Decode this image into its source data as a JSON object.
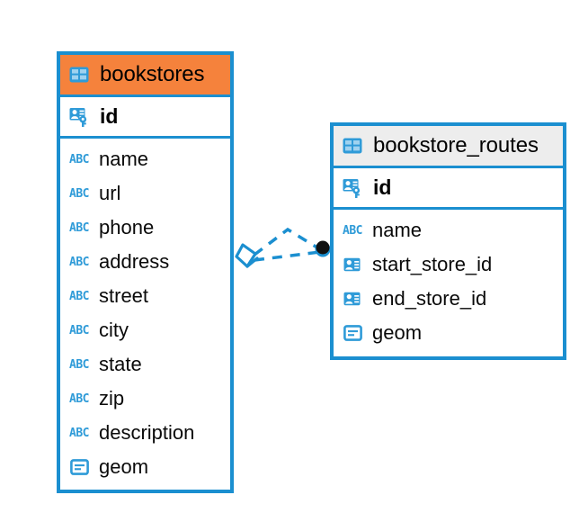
{
  "diagram": {
    "type": "entity-relationship-diagram",
    "colors": {
      "border": "#1B8FD0",
      "selected_header": "#F5823C",
      "plain_header": "#EDEDED",
      "icon_blue": "#2F9BD8",
      "relation_line": "#1B8FD0",
      "relation_endpoint_fill": "#111111",
      "background": "#FFFFFF",
      "text": "#000000"
    },
    "entities": [
      {
        "name": "bookstores",
        "selected": true,
        "header_icon": "table-icon",
        "primary_key": {
          "name": "id",
          "icon": "primary-key-icon"
        },
        "fields": [
          {
            "name": "name",
            "icon": "text-abc-icon"
          },
          {
            "name": "url",
            "icon": "text-abc-icon"
          },
          {
            "name": "phone",
            "icon": "text-abc-icon"
          },
          {
            "name": "address",
            "icon": "text-abc-icon"
          },
          {
            "name": "street",
            "icon": "text-abc-icon"
          },
          {
            "name": "city",
            "icon": "text-abc-icon"
          },
          {
            "name": "state",
            "icon": "text-abc-icon"
          },
          {
            "name": "zip",
            "icon": "text-abc-icon"
          },
          {
            "name": "description",
            "icon": "text-abc-icon"
          },
          {
            "name": "geom",
            "icon": "geometry-icon"
          }
        ]
      },
      {
        "name": "bookstore_routes",
        "selected": false,
        "header_icon": "table-icon",
        "primary_key": {
          "name": "id",
          "icon": "primary-key-icon"
        },
        "fields": [
          {
            "name": "name",
            "icon": "text-abc-icon"
          },
          {
            "name": "start_store_id",
            "icon": "foreign-key-icon"
          },
          {
            "name": "end_store_id",
            "icon": "foreign-key-icon"
          },
          {
            "name": "geom",
            "icon": "geometry-icon"
          }
        ]
      }
    ],
    "relationship": {
      "from_entity": "bookstores",
      "to_entity": "bookstore_routes",
      "source_marker": "diamond-endpoint",
      "target_marker": "filled-circle-endpoint",
      "line_style": "dashed",
      "edge_count": 2
    },
    "icon_glyphs": {
      "text_abc_label": "ABC"
    }
  }
}
